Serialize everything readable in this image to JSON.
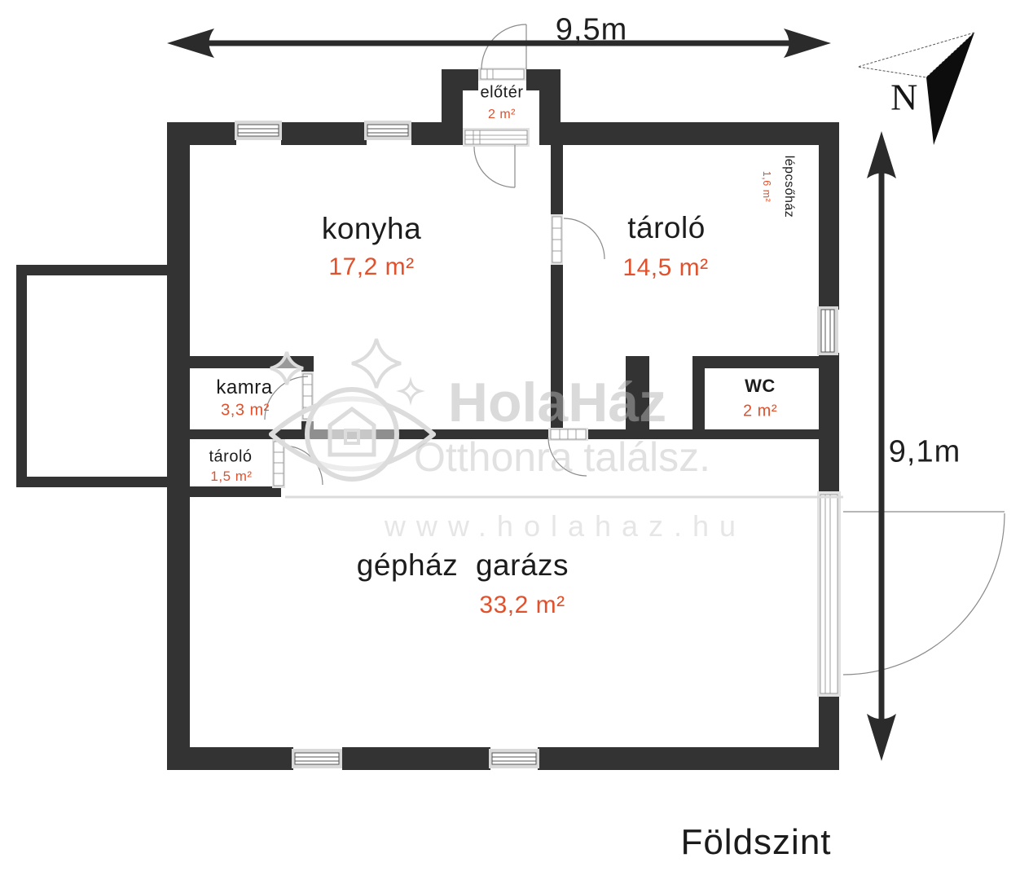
{
  "floor_plan": {
    "title": "Földszint",
    "dimensions": {
      "width": "9,5m",
      "height": "9,1m"
    },
    "compass": {
      "north": "N"
    },
    "rooms": {
      "eloter": {
        "name": "előtér",
        "area": "2 m²"
      },
      "konyha": {
        "name": "konyha",
        "area": "17,2 m²"
      },
      "tarolo_felso": {
        "name": "tároló",
        "area": "14,5 m²"
      },
      "lepcsohaz": {
        "name": "lépcsőház",
        "area": "1,6 m²"
      },
      "kamra": {
        "name": "kamra",
        "area": "3,3 m²"
      },
      "wc": {
        "name": "WC",
        "area": "2 m²"
      },
      "tarolo_also": {
        "name": "tároló",
        "area": "1,5 m²"
      },
      "gephaz_garazs": {
        "word1": "gépház",
        "word2": "garázs",
        "area": "33,2 m²"
      }
    },
    "watermark": {
      "brand": "HolaHáz",
      "tagline": "Otthonra találsz.",
      "website": "www.holahaz.hu"
    },
    "colors": {
      "wall": "#333333",
      "area_text": "#e0512d",
      "room_text": "#1c1c1c"
    }
  }
}
